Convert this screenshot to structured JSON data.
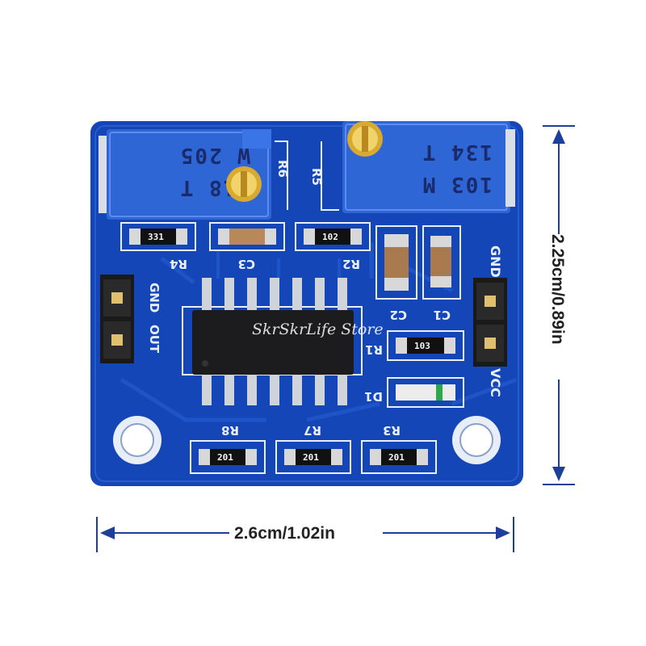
{
  "dimensions": {
    "width_label": "2.6cm/1.02in",
    "height_label": "2.25cm/0.89in"
  },
  "watermark": "SkrSkrLife Store",
  "silkscreen": {
    "r1": "R1",
    "r2": "R2",
    "r3": "R3",
    "r4": "R4",
    "r5": "R5",
    "r6": "R6",
    "r7": "R7",
    "r8": "R8",
    "c1": "C1",
    "c2": "C2",
    "c3": "C3",
    "d1": "D1",
    "gnd_left": "GND",
    "out": "OUT",
    "gnd_right": "GND",
    "vcc": "VCC"
  },
  "potentiometers": {
    "left": {
      "line1": "W 205",
      "line2": "118 T"
    },
    "right": {
      "line1": "134 T",
      "line2": "103 M"
    }
  },
  "resistor_codes": {
    "r4": "331",
    "r2": "102",
    "r1": "103",
    "r8": "201",
    "r7": "201",
    "r3": "201"
  },
  "colors": {
    "pcb_blue": "#1546b8",
    "pot_blue": "#2f66d6",
    "silkscreen": "#e8f0ff"
  }
}
